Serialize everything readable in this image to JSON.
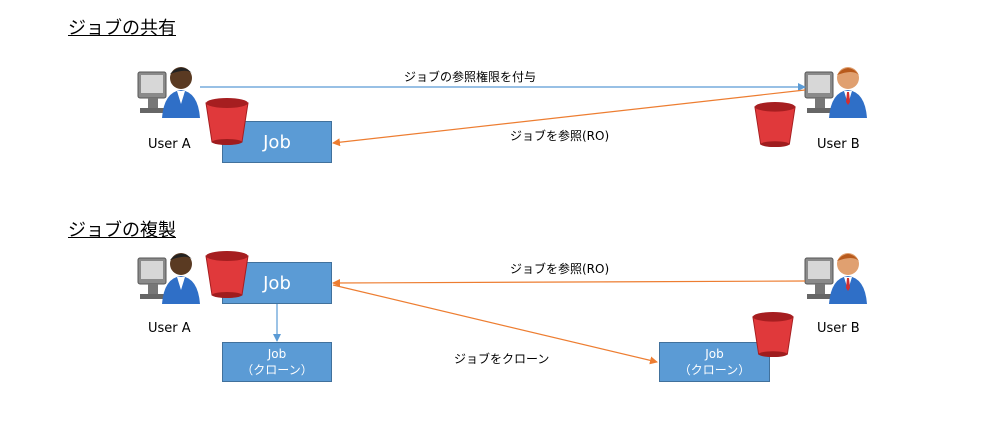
{
  "sections": {
    "share": {
      "title": "ジョブの共有",
      "user_a": "User A",
      "user_b": "User B",
      "job_label": "Job",
      "arrow_grant": "ジョブの参照権限を付与",
      "arrow_ref": "ジョブを参照(RO)"
    },
    "copy": {
      "title": "ジョブの複製",
      "user_a": "User A",
      "user_b": "User B",
      "job_label": "Job",
      "clone_a_line1": "Job",
      "clone_a_line2": "（クローン）",
      "clone_b_line1": "Job",
      "clone_b_line2": "（クローン）",
      "arrow_ref": "ジョブを参照(RO)",
      "arrow_clone": "ジョブをクローン"
    }
  },
  "colors": {
    "job_fill": "#5b9bd5",
    "bucket_fill": "#e0393b",
    "arrow_blue": "#5b9bd5",
    "arrow_orange": "#ed7d31"
  },
  "icons": [
    "user-at-computer-icon",
    "storage-bucket-icon"
  ]
}
